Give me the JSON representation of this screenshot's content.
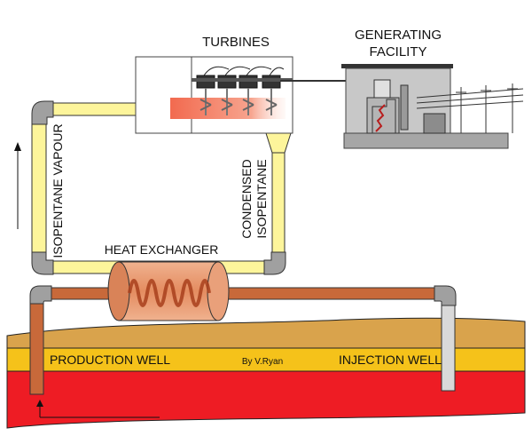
{
  "labels": {
    "turbines": "TURBINES",
    "generating_line1": "GENERATING",
    "generating_line2": "FACILITY",
    "isopentane_vapour": "ISOPENTANE VAPOUR",
    "condensed_line1": "CONDENSED",
    "condensed_line2": "ISOPENTANE",
    "heat_exchanger": "HEAT EXCHANGER",
    "production_well": "PRODUCTION WELL",
    "injection_well": "INJECTION WELL",
    "credit": "By V.Ryan"
  },
  "colors": {
    "ground_red": "#ee1c24",
    "ground_yellow": "#f5c21a",
    "ground_tan": "#d9a34c",
    "hot_pipe": "#c8693a",
    "vapour_pipe": "#fdf59b",
    "cool_pipe": "#d9d9d9",
    "building": "#c8c8c8"
  }
}
